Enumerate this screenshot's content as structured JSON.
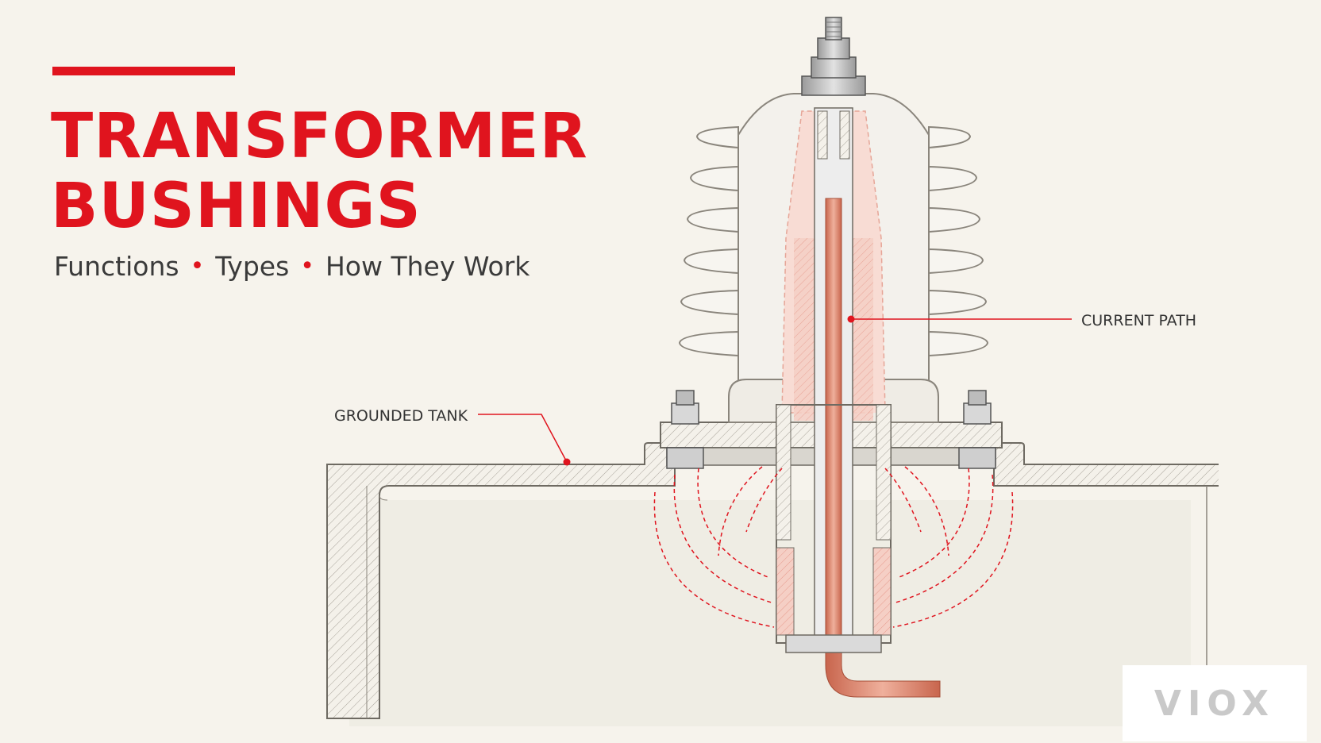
{
  "header": {
    "title_line1": "TRANSFORMER",
    "title_line2": "BUSHINGS",
    "subtitle_items": [
      "Functions",
      "Types",
      "How They Work"
    ],
    "separator": "•"
  },
  "callouts": {
    "current_path": "CURRENT PATH",
    "grounded_tank": "GROUNDED TANK"
  },
  "logo": {
    "text": "VIOX"
  },
  "colors": {
    "accent": "#e0141e",
    "background": "#f6f3ec",
    "copper": "#d9836b",
    "porcelain": "#f3f1ec"
  }
}
